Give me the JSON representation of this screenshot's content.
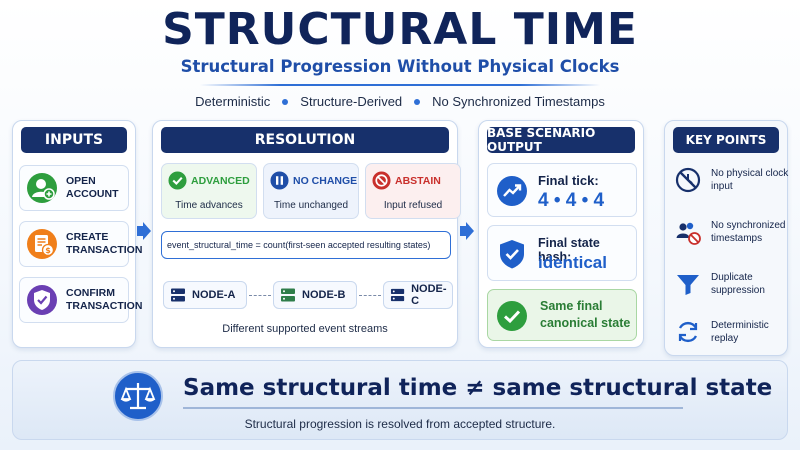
{
  "header": {
    "title": "STRUCTURAL TIME",
    "subtitle": "Structural Progression Without Physical Clocks",
    "tags": [
      "Deterministic",
      "Structure-Derived",
      "No Synchronized Timestamps"
    ]
  },
  "inputs": {
    "title": "INPUTS",
    "items": [
      {
        "label": "OPEN ACCOUNT",
        "icon": "user-add-icon",
        "color": "#2e9e3e"
      },
      {
        "label": "CREATE TRANSACTION",
        "icon": "document-dollar-icon",
        "color": "#f07f1a"
      },
      {
        "label": "CONFIRM TRANSACTION",
        "icon": "shield-check-icon",
        "color": "#6a3fb3"
      }
    ]
  },
  "resolution": {
    "title": "RESOLUTION",
    "outcomes": [
      {
        "label": "ADVANCED",
        "sub": "Time advances",
        "color": "#2e9e3e",
        "icon": "check-circle-icon"
      },
      {
        "label": "NO CHANGE",
        "sub": "Time unchanged",
        "color": "#1f4ea8",
        "icon": "pause-icon"
      },
      {
        "label": "ABSTAIN",
        "sub": "Input refused",
        "color": "#c9302c",
        "icon": "block-icon"
      }
    ],
    "formula": "event_structural_time = count(first-seen accepted resulting states)",
    "nodes": [
      "NODE-A",
      "NODE-B",
      "NODE-C"
    ],
    "caption": "Different supported event streams"
  },
  "output": {
    "title": "BASE SCENARIO OUTPUT",
    "tick_label": "Final tick:",
    "tick_value": "4 • 4 • 4",
    "hash_label": "Final state hash:",
    "hash_value": "identical",
    "state_line1": "Same final",
    "state_line2": "canonical state"
  },
  "key_points": {
    "title": "KEY POINTS",
    "items": [
      {
        "label": "No physical clock input",
        "icon": "no-clock-icon"
      },
      {
        "label": "No synchronized timestamps",
        "icon": "users-block-icon"
      },
      {
        "label": "Duplicate suppression",
        "icon": "funnel-icon"
      },
      {
        "label": "Deterministic replay",
        "icon": "replay-icon"
      }
    ]
  },
  "bottom": {
    "headline": "Same structural time ≠ same structural state",
    "sub": "Structural progression is resolved from accepted structure.",
    "icon": "scales-icon"
  },
  "colors": {
    "navy": "#17306b",
    "accent": "#2f6fd6",
    "green": "#2e9e3e",
    "red": "#c9302c"
  }
}
